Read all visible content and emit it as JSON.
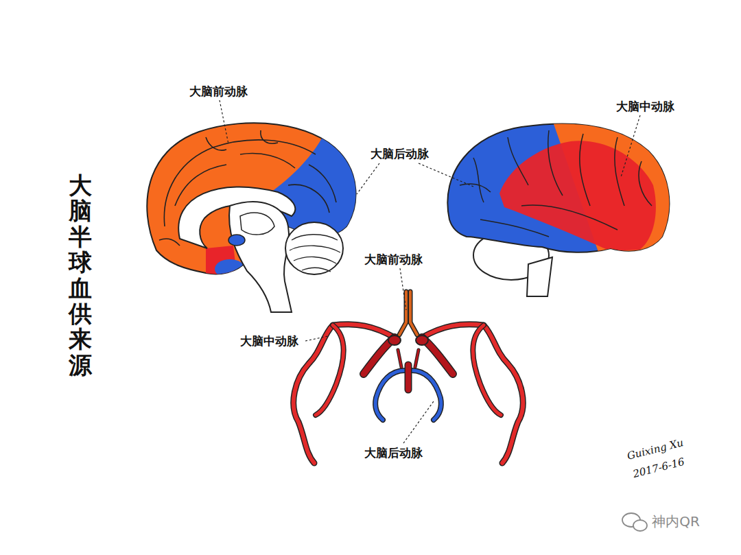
{
  "diagram": {
    "title": "大脑半球血供来源",
    "labels": [
      "大脑前动脉",
      "大脑后动脉",
      "大脑中动脉",
      "大脑前动脉",
      "大脑中动脉",
      "大脑后动脉",
      "Guixing Xu",
      "2017-6-16",
      "神内QR"
    ]
  }
}
